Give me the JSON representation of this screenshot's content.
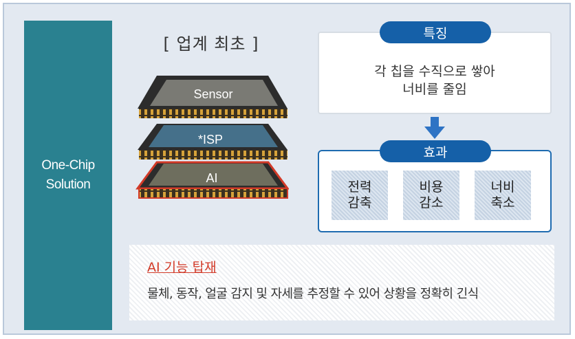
{
  "side_label": "One-Chip\nSolution",
  "first_title": "[ 업계 최초 ]",
  "chips": [
    "Sensor",
    "*ISP",
    "AI"
  ],
  "feature": {
    "title": "특징",
    "text": "각 칩을 수직으로 쌓아\n너비를 줄임"
  },
  "effect": {
    "title": "효과",
    "items": [
      "전력\n감축",
      "비용\n감소",
      "너비\n축소"
    ]
  },
  "ai": {
    "title": "AI 기능 탑재",
    "text": "물체, 동작, 얼굴 감지 및 자세를 추정할 수 있어 상황을 정확히 긴식"
  },
  "colors": {
    "teal": "#2a8190",
    "blue": "#1560a8",
    "red_accent": "#d23a28",
    "background": "#e3e9f1"
  }
}
